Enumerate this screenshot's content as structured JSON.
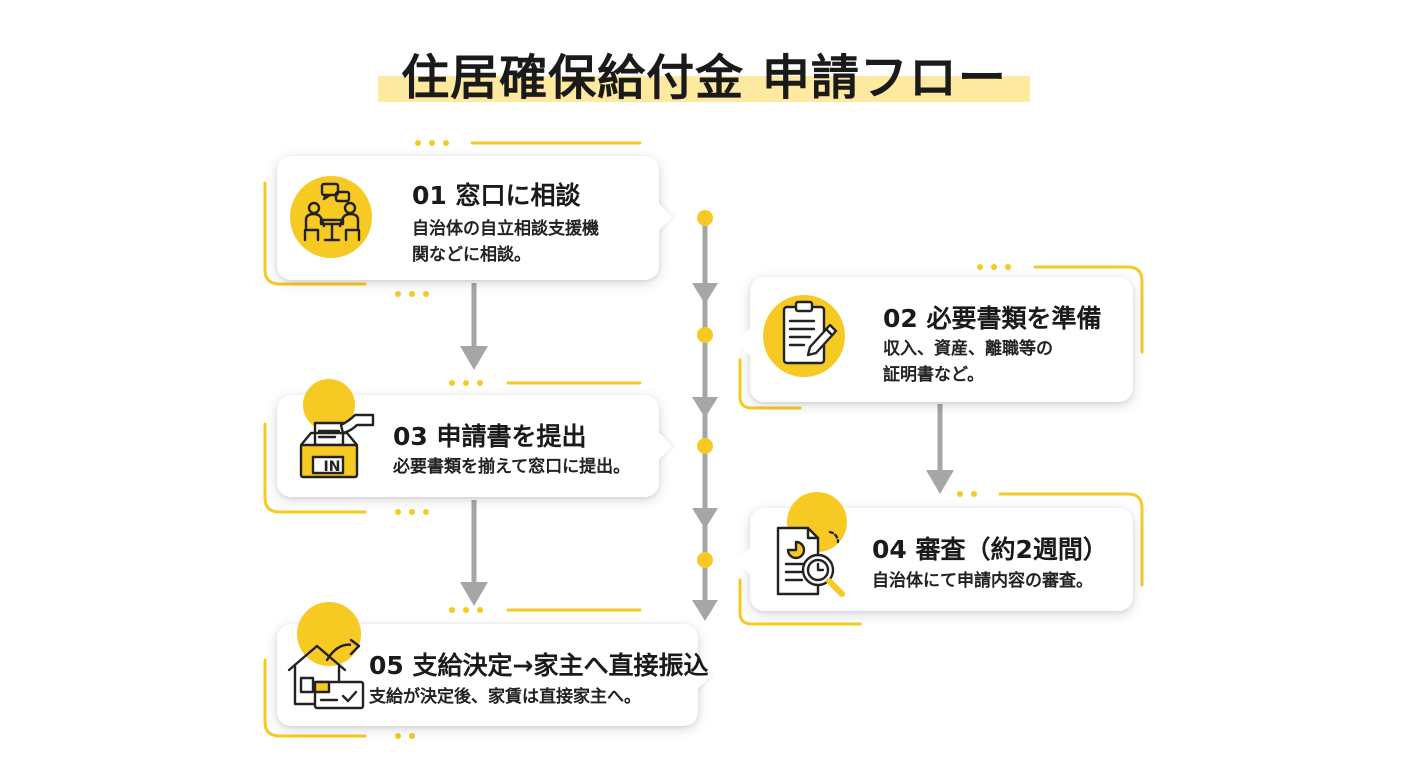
{
  "title": "住居確保給付金 申請フロー",
  "colors": {
    "accent": "#f7c923",
    "highlight": "#fdeaa0",
    "arrow": "#a6a6a6",
    "text": "#1a1a1a"
  },
  "steps": [
    {
      "number": "01",
      "title": "01 窓口に相談",
      "desc_lines": [
        "自治体の自立相談支援機",
        "関などに相談。"
      ],
      "icon": "consultation-icon"
    },
    {
      "number": "02",
      "title": "02 必要書類を準備",
      "desc_lines": [
        "収入、資産、離職等の",
        "証明書など。"
      ],
      "icon": "clipboard-icon"
    },
    {
      "number": "03",
      "title": "03 申請書を提出",
      "desc_lines": [
        "必要書類を揃えて窓口に提出。"
      ],
      "icon": "inbox-icon"
    },
    {
      "number": "04",
      "title": "04 審査（約2週間）",
      "desc_lines": [
        "自治体にて申請内容の審査。"
      ],
      "icon": "document-search-icon"
    },
    {
      "number": "05",
      "title": "05 支給決定→家主へ直接振込",
      "desc_lines": [
        "支給が決定後、家賃は直接家主へ。"
      ],
      "icon": "house-transfer-icon"
    }
  ],
  "inbox_label": "IN"
}
